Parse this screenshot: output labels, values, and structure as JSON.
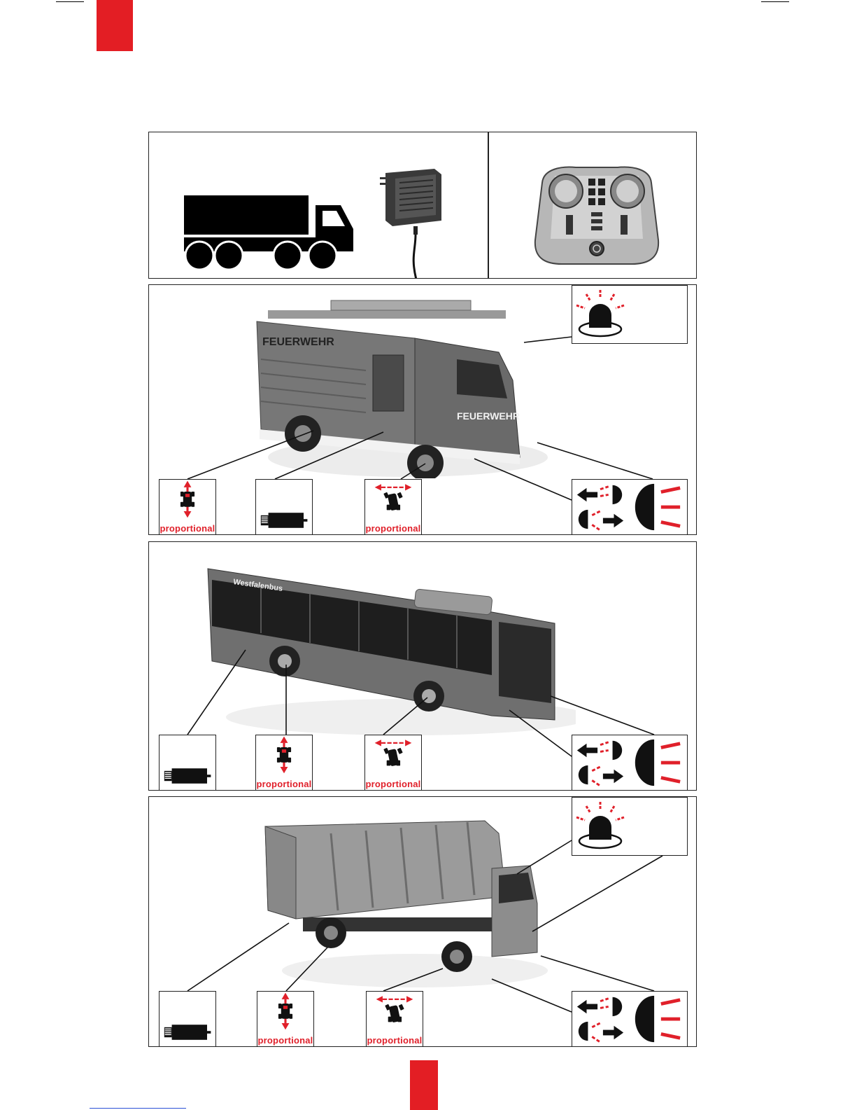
{
  "page": {
    "accent_color": "#e31e24",
    "header_marker": "red-tab",
    "footer_marker": "red-page-tab"
  },
  "icons": {
    "proportional_label": "proportional"
  },
  "panels": {
    "contents": {
      "items": [
        "truck-silhouette",
        "power-adapter",
        "remote-control"
      ]
    },
    "fire_truck": {
      "photo_text": "FEUERWEHR",
      "features": [
        "beacon-light",
        "drive-proportional",
        "battery",
        "steering-proportional",
        "indicator-lights",
        "headlights"
      ]
    },
    "bus": {
      "photo_text": "Westfalenbus",
      "features": [
        "battery",
        "drive-proportional",
        "steering-proportional",
        "indicator-lights",
        "headlights"
      ]
    },
    "garbage_truck": {
      "features": [
        "beacon-light",
        "battery",
        "drive-proportional",
        "steering-proportional",
        "indicator-lights",
        "headlights"
      ]
    }
  }
}
